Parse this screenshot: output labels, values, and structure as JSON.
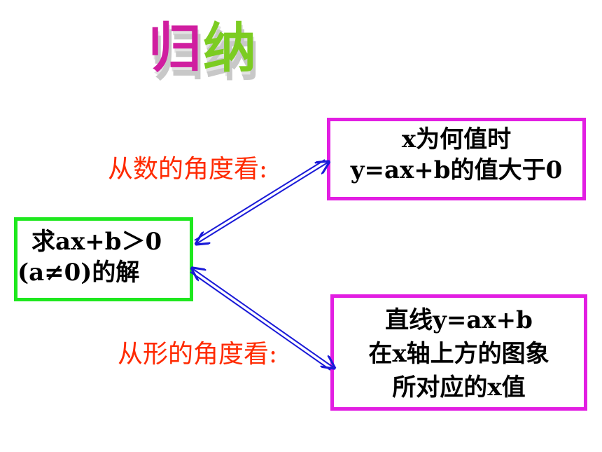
{
  "title": {
    "chars": [
      "归",
      "纳"
    ],
    "char1": "归",
    "char2": "纳"
  },
  "title_chars": [
    "归",
    "纳"
  ],
  "top_box": {
    "line1": "x为何值时",
    "line2": "y=ax+b的值大于0"
  },
  "left_box": {
    "line1": "求ax+b＞0",
    "line2": "(a≠0)的解"
  },
  "bottom_box": {
    "line1": "直线y=ax+b",
    "line2": "在x轴上方的图象",
    "line3": "所对应的x值"
  },
  "labels": {
    "top": "从数的角度看:",
    "bottom": "从形的角度看:"
  },
  "colors": {
    "box_border_pink": "#e21ee2",
    "box_border_green": "#1ee81e",
    "label_red": "#ff2a00",
    "arrow_blue": "#1a1ad8"
  }
}
